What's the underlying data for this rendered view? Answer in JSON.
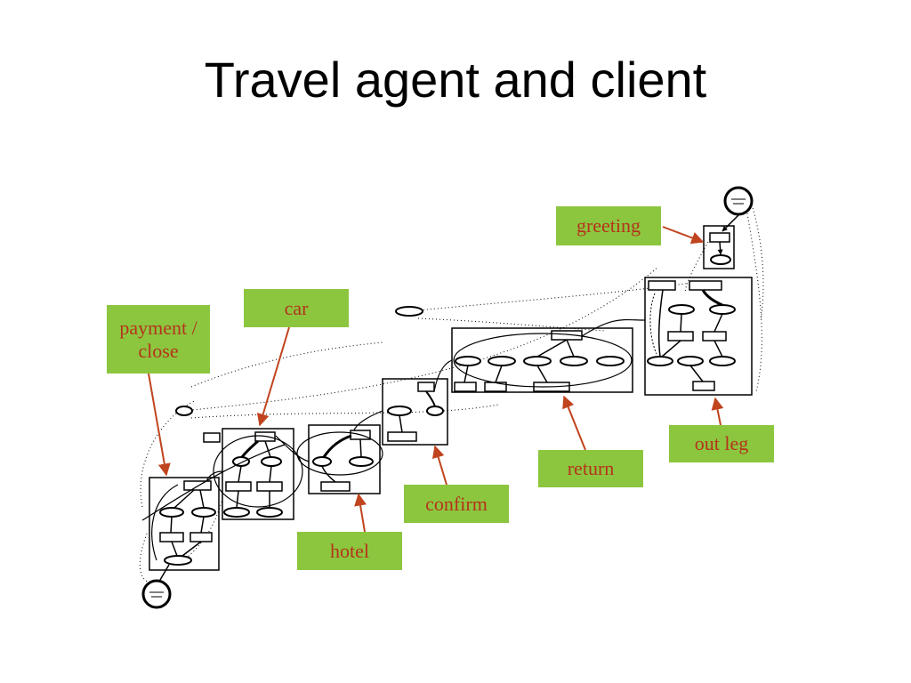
{
  "slide": {
    "title": "Travel agent and client"
  },
  "callouts": {
    "greeting": "greeting",
    "car": "car",
    "payment": "payment / close",
    "return": "return",
    "out_leg": "out leg",
    "confirm": "confirm",
    "hotel": "hotel"
  },
  "colors": {
    "callout_fill": "#8cc63f",
    "callout_text": "#b5331a",
    "arrow": "#c0441e",
    "diagram_ink": "#000000"
  }
}
